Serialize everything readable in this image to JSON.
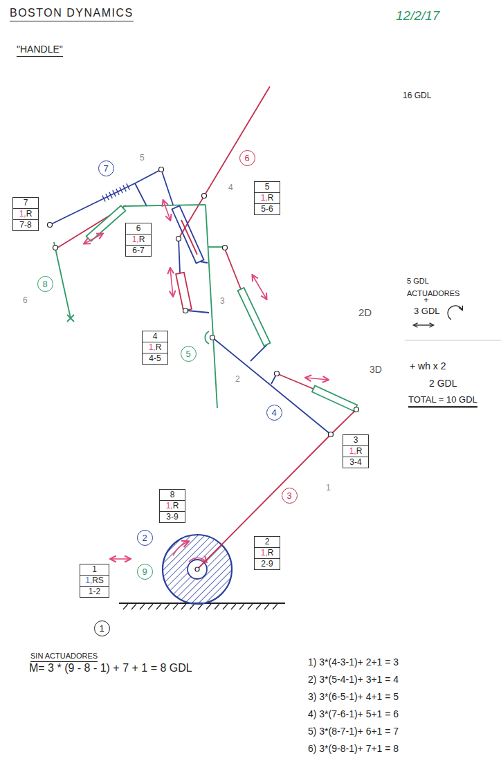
{
  "diagram": {
    "title": "BOSTON DYNAMICS",
    "nodes": [
      {
        "text": [
          "6"
        ]
      },
      {
        "text": [
          "7"
        ]
      },
      {
        "text": [
          "5",
          "1,",
          "R",
          "5-6"
        ]
      },
      {
        "text": [
          "7",
          "1,",
          "R",
          "7-8"
        ]
      },
      {
        "text": [
          "6",
          "1,",
          "R",
          "6-7"
        ]
      },
      {
        "text": [
          "8"
        ]
      },
      {
        "text": [
          "4",
          "1,",
          "R",
          "4-5"
        ]
      },
      {
        "text": [
          "5"
        ]
      },
      {
        "text": [
          "4"
        ]
      },
      {
        "text": [
          "3",
          "1,",
          "R",
          "3-4"
        ]
      },
      {
        "text": [
          "8",
          "1,",
          "R",
          "3-9"
        ]
      },
      {
        "text": [
          "3"
        ]
      },
      {
        "text": [
          "2"
        ]
      },
      {
        "text": [
          "2",
          "1,",
          "R",
          "2-9"
        ]
      },
      {
        "text": [
          "9"
        ]
      },
      {
        "text": [
          "1",
          "1,",
          "RS",
          "1-2"
        ]
      },
      {
        "text": [
          "1"
        ]
      }
    ],
    "labels": [
      "\"HANDLE\"",
      "12/2/17",
      "16 GDL",
      "5",
      "4",
      "6",
      "3",
      "2",
      "1",
      "5 GDL ACTUADORES",
      "+",
      "3 GDL",
      "2D",
      "3D",
      "+ wh x 2",
      "2 GDL",
      "TOTAL = 10 GDL",
      "SIN ACTUADORES",
      "M= 3 * (9 - 8 - 1) + 7 + 1 = 8 GDL",
      "1) 3*(4-3-1)+ 2+1 = 3",
      "2) 3*(5-4-1)+ 3+1 = 4",
      "3) 3*(6-5-1)+ 4+1 = 5",
      "4) 3*(7-6-1)+ 5+1 = 6",
      "5) 3*(8-7-1)+ 6+1 = 7",
      "6) 3*(9-8-1)+ 7+1 = 8"
    ]
  }
}
